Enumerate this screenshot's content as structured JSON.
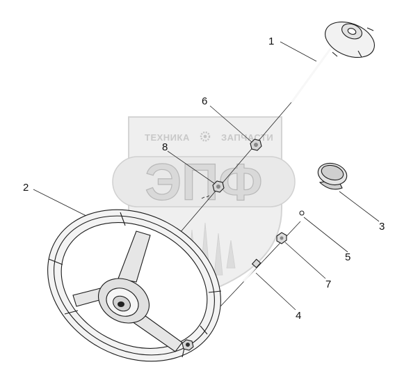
{
  "watermark": {
    "top_left_text": "ТЕХНИКА",
    "top_right_text": "ЗАПЧАСТИ",
    "big_letters": "ЭПФ",
    "shield_color": "#e6e6e6",
    "accent_color": "#c9c9c9"
  },
  "callouts": [
    {
      "id": "1",
      "label": "1",
      "part": "steering-column-shaft"
    },
    {
      "id": "2",
      "label": "2",
      "part": "steering-wheel"
    },
    {
      "id": "3",
      "label": "3",
      "part": "horn-cap"
    },
    {
      "id": "4",
      "label": "4",
      "part": "bolt"
    },
    {
      "id": "5",
      "label": "5",
      "part": "washer"
    },
    {
      "id": "6",
      "label": "6",
      "part": "nut"
    },
    {
      "id": "7",
      "label": "7",
      "part": "nut"
    },
    {
      "id": "8",
      "label": "8",
      "part": "nut"
    }
  ],
  "colors": {
    "line": "#1a1a1a",
    "wheel_fill": "#f4f4f4",
    "shade": "#cfcfcf"
  }
}
